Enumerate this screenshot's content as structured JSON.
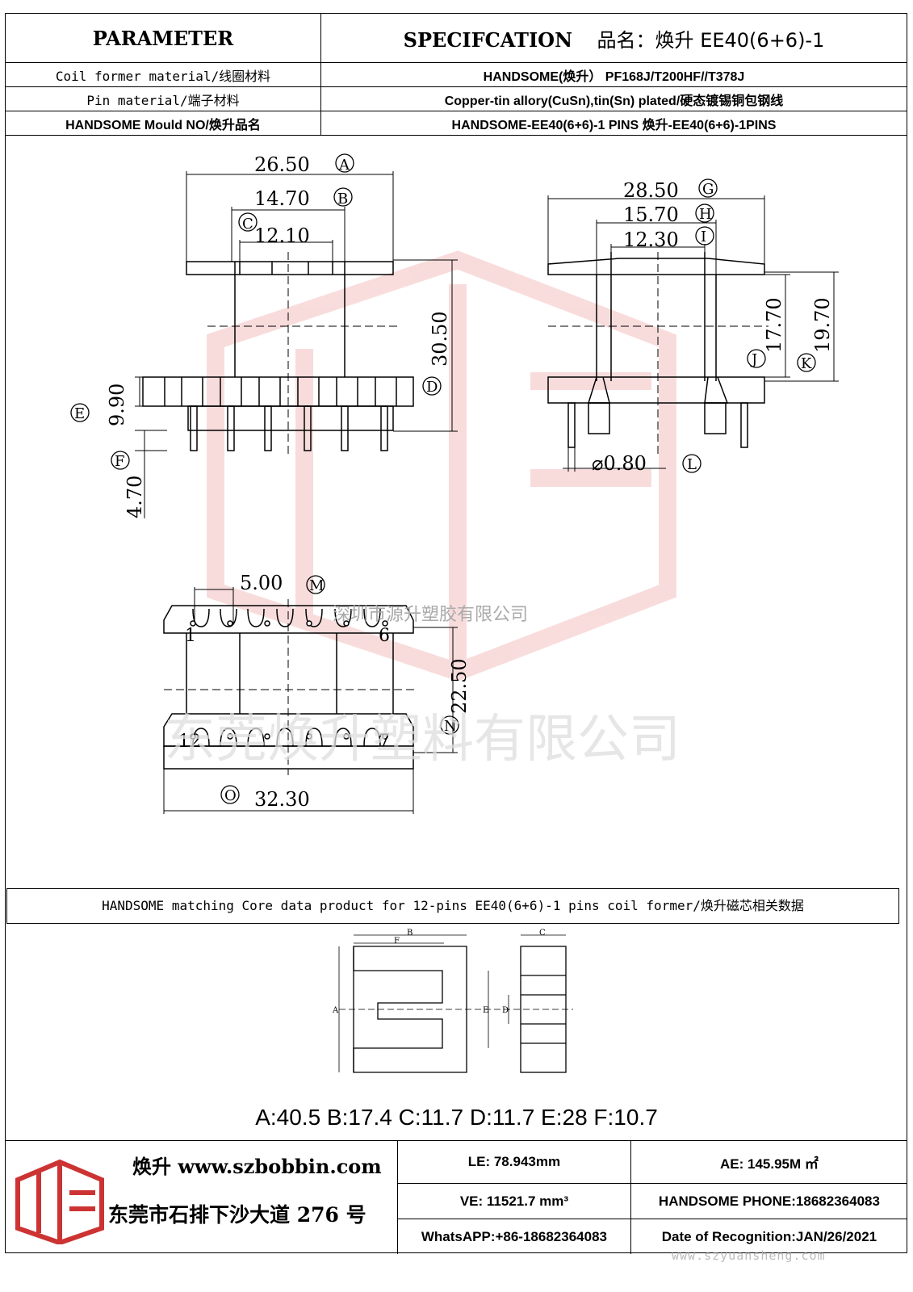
{
  "header": {
    "parameter_label": "PARAMETER",
    "spec_label": "SPECIFCATION",
    "product_name_prefix": "品名：焕升",
    "product_name_model": "EE40(6+6)-1"
  },
  "rows": [
    {
      "label": "Coil former material/线圈材料",
      "value": "HANDSOME(焕升）   PF168J/T200HF//T378J"
    },
    {
      "label": "Pin material/端子材料",
      "value": "Copper-tin allory(CuSn),tin(Sn) plated/硬态镀锡铜包钢线"
    },
    {
      "label": "HANDSOME Mould NO/焕升品名",
      "value": "HANDSOME-EE40(6+6)-1 PINS    焕升-EE40(6+6)-1PINS"
    }
  ],
  "dimensions": {
    "A": "26.50",
    "B": "14.70",
    "C": "12.10",
    "D": "30.50",
    "E": "9.90",
    "F": "4.70",
    "G": "28.50",
    "H": "15.70",
    "I": "12.30",
    "J": "17.70",
    "K": "19.70",
    "L": "⌀0.80",
    "M": "5.00",
    "N": "22.50",
    "O": "32.30"
  },
  "dim_letters": {
    "A": "A",
    "B": "B",
    "C": "C",
    "D": "D",
    "E": "E",
    "F": "F",
    "G": "G",
    "H": "H",
    "I": "I",
    "J": "J",
    "K": "K",
    "L": "L",
    "M": "M",
    "N": "N",
    "O": "O"
  },
  "pin_labels": {
    "p1": "1",
    "p6": "6",
    "p12": "12",
    "p7": "7"
  },
  "watermarks": {
    "company_small": "深圳市源升塑胶有限公司",
    "company_large": "东莞焕升塑料有限公司",
    "url": "www.szyuansheng.com"
  },
  "core_section": {
    "title": "HANDSOME matching Core data  product for 12-pins EE40(6+6)-1 pins coil former/焕升磁芯相关数据",
    "letters": {
      "A": "A",
      "B": "B",
      "C": "C",
      "D": "D",
      "E": "E",
      "F": "F"
    },
    "data_line": "A:40.5 B:17.4 C:11.7 D:11.7 E:28 F:10.7"
  },
  "footer": {
    "brand": "焕升  www.szbobbin.com",
    "address": "东莞市石排下沙大道 276 号",
    "le": "LE: 78.943mm",
    "ae": "AE: 145.95M ㎡",
    "ve": "VE: 11521.7 mm³",
    "phone": "HANDSOME PHONE:18682364083",
    "whatsapp": "WhatsAPP:+86-18682364083",
    "date": "Date of Recognition:JAN/26/2021"
  }
}
